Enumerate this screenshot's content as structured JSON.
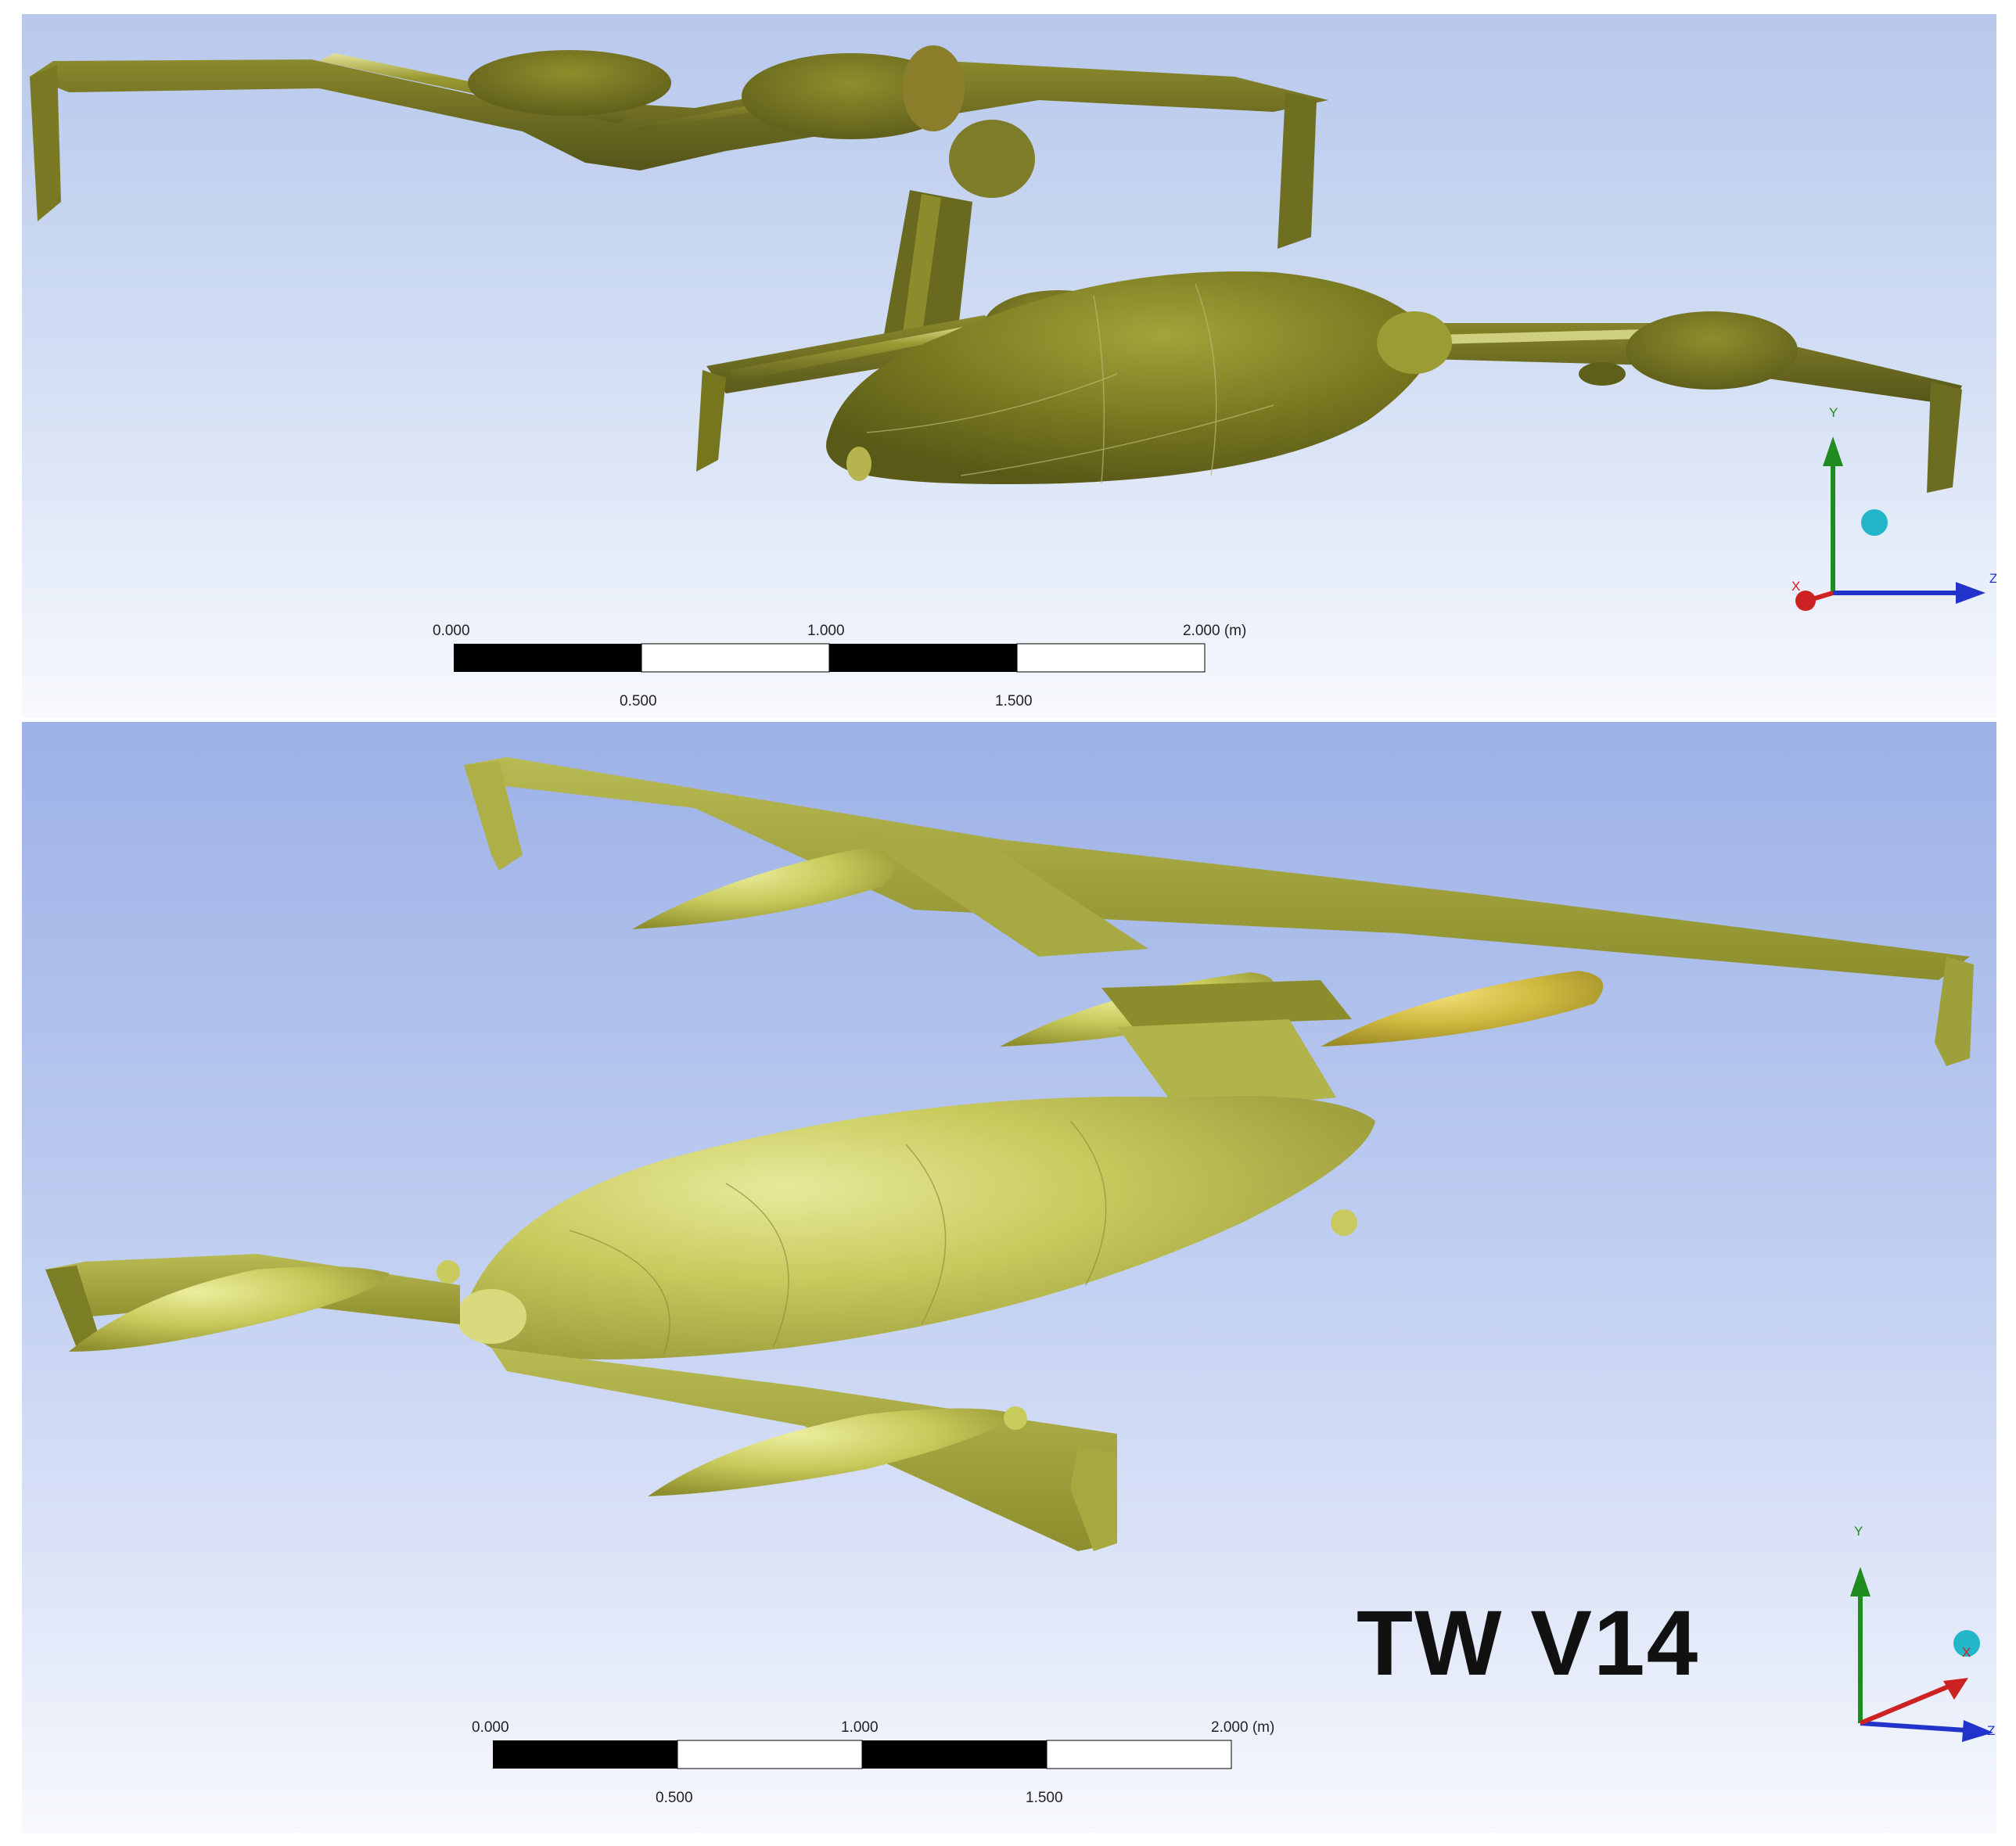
{
  "top_view": {
    "scale_bar": {
      "label_0": "0.000",
      "label_1": "1.000",
      "label_2": "2.000 (m)",
      "label_half": "0.500",
      "label_one_half": "1.500"
    },
    "triad": {
      "y": "Y",
      "x": "X",
      "z": "Z"
    }
  },
  "bottom_view": {
    "model_name": "TW V14",
    "scale_bar": {
      "label_0": "0.000",
      "label_1": "1.000",
      "label_2": "2.000 (m)",
      "label_half": "0.500",
      "label_one_half": "1.500"
    },
    "triad": {
      "y": "Y",
      "x": "X",
      "z": "Z"
    }
  },
  "colors": {
    "model_dark": "#6b6b1e",
    "model_mid": "#a6a83a",
    "model_light": "#d6d873",
    "axis_y": "#1f8c1f",
    "axis_x": "#cc2222",
    "axis_z": "#2233cc",
    "triad_sphere": "#22b6c8"
  }
}
